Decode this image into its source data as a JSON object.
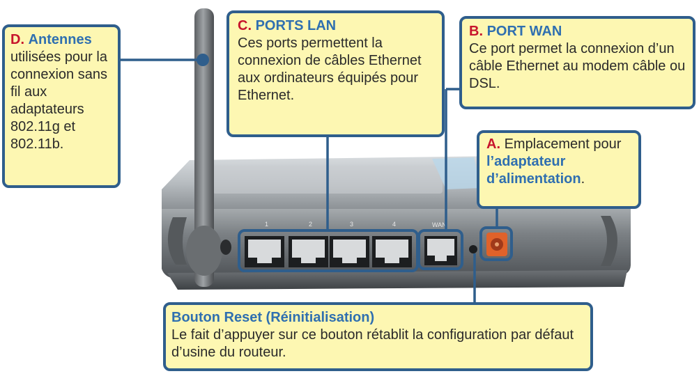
{
  "callouts": {
    "antennas": {
      "letter": "D.",
      "title": "Antennes",
      "body": "utilisées pour la connexion sans fil aux adaptateurs 802.11g et 802.11b."
    },
    "lan": {
      "letter": "C.",
      "title": "PORTS LAN",
      "body": "Ces ports permettent la connexion de câbles Ethernet aux ordinateurs équipés pour Ethernet."
    },
    "wan": {
      "letter": "B.",
      "title": "PORT WAN",
      "body": "Ce port permet la connexion d’un câble Ethernet au modem câble ou DSL."
    },
    "power": {
      "letter": "A.",
      "text_before": "Emplacement pour",
      "highlight": "l’adaptateur d’alimentation",
      "text_after": "."
    },
    "reset": {
      "title": "Bouton Reset (Réinitialisation)",
      "body": "Le fait d’appuyer sur ce bouton rétablit la configuration par défaut d’usine du routeur."
    }
  },
  "device": {
    "port_labels": [
      "1",
      "2",
      "3",
      "4"
    ],
    "wan_label": "WAN"
  },
  "colors": {
    "callout_fill": "#fdf7b2",
    "callout_border": "#2f5e8c",
    "letter_red": "#c7152c",
    "title_blue": "#2f6fb0",
    "power_orange": "#e0622a"
  }
}
